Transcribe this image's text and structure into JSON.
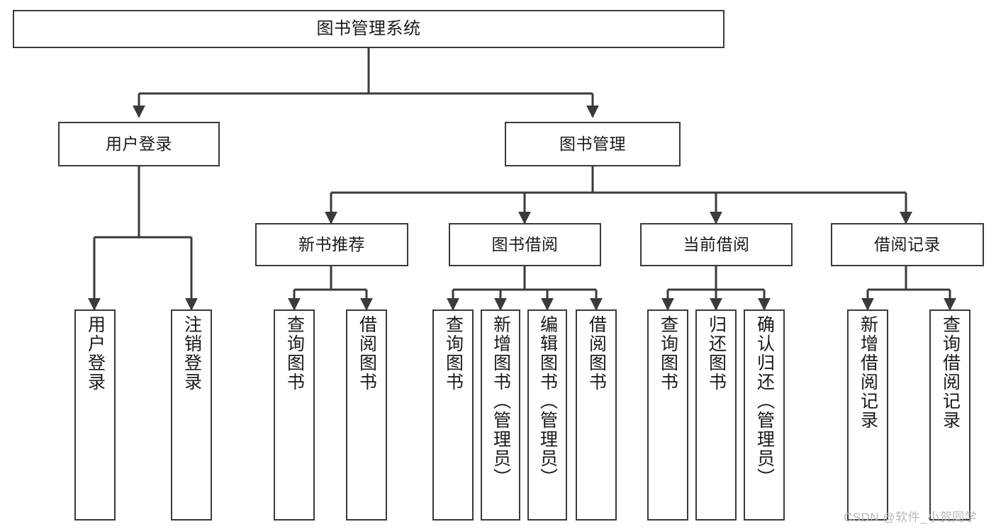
{
  "diagram": {
    "title": "图书管理系统",
    "type": "tree",
    "nodes": {
      "root": {
        "label": "图书管理系统"
      },
      "level2": [
        {
          "id": "user-login",
          "label": "用户登录"
        },
        {
          "id": "book-manage",
          "label": "图书管理"
        }
      ],
      "level3": [
        {
          "id": "new-book-recommend",
          "label": "新书推荐"
        },
        {
          "id": "book-borrow",
          "label": "图书借阅"
        },
        {
          "id": "current-borrow",
          "label": "当前借阅"
        },
        {
          "id": "borrow-record",
          "label": "借阅记录"
        }
      ],
      "leaves": [
        {
          "id": "leaf-user-login",
          "label": "用户登录",
          "parent": "user-login"
        },
        {
          "id": "leaf-logout",
          "label": "注销登录",
          "parent": "user-login"
        },
        {
          "id": "leaf-query-book-1",
          "label": "查询图书",
          "parent": "new-book-recommend"
        },
        {
          "id": "leaf-borrow-book-1",
          "label": "借阅图书",
          "parent": "new-book-recommend"
        },
        {
          "id": "leaf-query-book-2",
          "label": "查询图书",
          "parent": "book-borrow"
        },
        {
          "id": "leaf-add-book",
          "label": "新增图书（管理员）",
          "parent": "book-borrow"
        },
        {
          "id": "leaf-edit-book",
          "label": "编辑图书（管理员）",
          "parent": "book-borrow"
        },
        {
          "id": "leaf-borrow-book-2",
          "label": "借阅图书",
          "parent": "book-borrow"
        },
        {
          "id": "leaf-query-book-3",
          "label": "查询图书",
          "parent": "current-borrow"
        },
        {
          "id": "leaf-return-book",
          "label": "归还图书",
          "parent": "current-borrow"
        },
        {
          "id": "leaf-confirm-return",
          "label": "确认归还（管理员）",
          "parent": "current-borrow"
        },
        {
          "id": "leaf-add-record",
          "label": "新增借阅记录",
          "parent": "borrow-record"
        },
        {
          "id": "leaf-query-record",
          "label": "查询借阅记录",
          "parent": "borrow-record"
        }
      ]
    },
    "colors": {
      "stroke": "#3a3a3a",
      "background": "#ffffff",
      "text": "#1a1a1a",
      "watermark": "#b8b8b8"
    }
  },
  "watermark": {
    "text": "CSDN @软件_小贺同学"
  }
}
